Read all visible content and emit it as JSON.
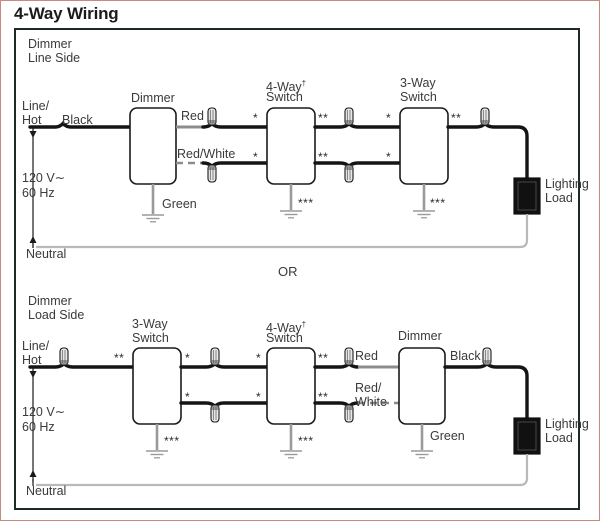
{
  "page": {
    "title": "4-Way Wiring",
    "or_divider": "OR",
    "frame_color": "#1c2b24",
    "outer_rule_color": "#c98a7e",
    "wire_black": "#141414",
    "wire_gray": "#8c8c8c",
    "wire_white": "#b9b9b9",
    "load_fill": "#111111",
    "text_color": "#3a3a3a"
  },
  "diagrams": [
    {
      "id": "dimmer-line-side",
      "heading_line1": "Dimmer",
      "heading_line2": "Line Side",
      "source": {
        "line_hot_line1": "Line/",
        "line_hot_line2": "Hot",
        "voltage_line1": "120 V∼",
        "voltage_line2": "60 Hz",
        "neutral": "Neutral"
      },
      "devices": [
        {
          "name": "dimmer",
          "label_line1": "Dimmer",
          "label_line2": ""
        },
        {
          "name": "four-way-switch",
          "label_line1": "4-Way",
          "label_line2": "Switch",
          "dagger": "†"
        },
        {
          "name": "three-way-switch",
          "label_line1": "3-Way",
          "label_line2": "Switch"
        }
      ],
      "wire_labels": [
        {
          "name": "black-wire-label",
          "text": "Black"
        },
        {
          "name": "red-wire-label",
          "text": "Red"
        },
        {
          "name": "red-white-wire-label",
          "text": "Red/White"
        },
        {
          "name": "green-ground-label",
          "text": "Green"
        }
      ],
      "load": {
        "line1": "Lighting",
        "line2": "Load"
      },
      "terminal_marks": [
        {
          "name": "mark-4way-left-top",
          "text": "*"
        },
        {
          "name": "mark-4way-right-top",
          "text": "**"
        },
        {
          "name": "mark-4way-left-bottom",
          "text": "*"
        },
        {
          "name": "mark-4way-right-bottom",
          "text": "**"
        },
        {
          "name": "mark-3way-left-top",
          "text": "*"
        },
        {
          "name": "mark-3way-right-top",
          "text": "**"
        },
        {
          "name": "mark-3way-left-bottom",
          "text": "*"
        },
        {
          "name": "mark-4way-ground",
          "text": "***"
        },
        {
          "name": "mark-3way-ground",
          "text": "***"
        }
      ]
    },
    {
      "id": "dimmer-load-side",
      "heading_line1": "Dimmer",
      "heading_line2": "Load Side",
      "source": {
        "line_hot_line1": "Line/",
        "line_hot_line2": "Hot",
        "voltage_line1": "120 V∼",
        "voltage_line2": "60 Hz",
        "neutral": "Neutral"
      },
      "devices": [
        {
          "name": "three-way-switch",
          "label_line1": "3-Way",
          "label_line2": "Switch"
        },
        {
          "name": "four-way-switch",
          "label_line1": "4-Way",
          "label_line2": "Switch",
          "dagger": "†"
        },
        {
          "name": "dimmer",
          "label_line1": "Dimmer",
          "label_line2": ""
        }
      ],
      "wire_labels": [
        {
          "name": "red-wire-label",
          "text": "Red"
        },
        {
          "name": "red-white-wire-label-line1",
          "text": "Red/"
        },
        {
          "name": "red-white-wire-label-line2",
          "text": "White"
        },
        {
          "name": "black-wire-label",
          "text": "Black"
        },
        {
          "name": "green-ground-label",
          "text": "Green"
        }
      ],
      "load": {
        "line1": "Lighting",
        "line2": "Load"
      },
      "terminal_marks": [
        {
          "name": "mark-3way-left-top",
          "text": "**"
        },
        {
          "name": "mark-3way-right-top",
          "text": "*"
        },
        {
          "name": "mark-3way-right-bottom",
          "text": "*"
        },
        {
          "name": "mark-4way-left-top",
          "text": "*"
        },
        {
          "name": "mark-4way-right-top",
          "text": "**"
        },
        {
          "name": "mark-4way-left-bottom",
          "text": "*"
        },
        {
          "name": "mark-4way-right-bottom",
          "text": "**"
        },
        {
          "name": "mark-3way-ground",
          "text": "***"
        },
        {
          "name": "mark-4way-ground",
          "text": "***"
        }
      ]
    }
  ]
}
